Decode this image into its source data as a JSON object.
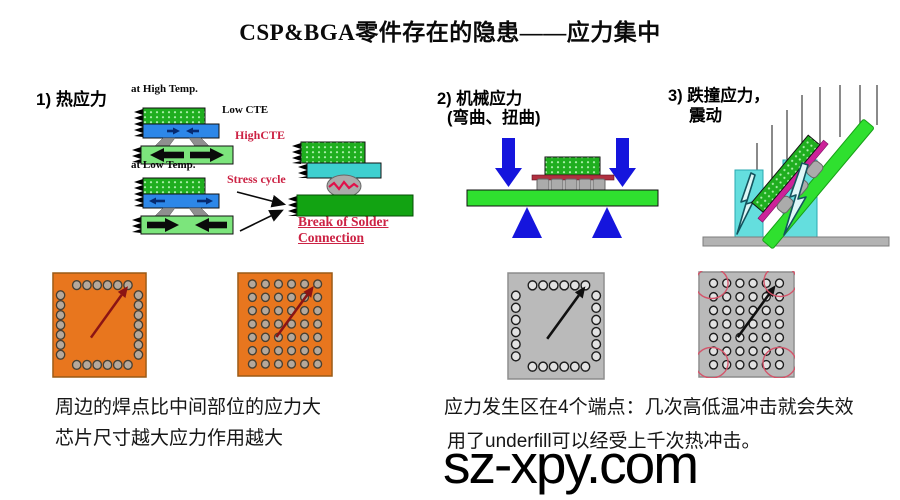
{
  "title": "CSP&BGA零件存在的隐患——应力集中",
  "watermark": "sz-xpy.com",
  "sections": {
    "thermal": {
      "label": "1) 热应力",
      "high_temp": "at High Temp.",
      "low_temp": "at Low Temp.",
      "low_cte": "Low CTE",
      "high_cte": "HighCTE",
      "stress_cycle": "Stress cycle",
      "break_line1": "Break of Solder",
      "break_line2": "Connection"
    },
    "mechanical": {
      "label_line1": "2) 机械应力",
      "label_line2": "(弯曲、扭曲)"
    },
    "impact": {
      "label_line1": "3) 跌撞应力，",
      "label_line2": "震动"
    }
  },
  "captions": {
    "left_line1": "周边的焊点比中间部位的应力大",
    "left_line2": "芯片尺寸越大应力作用越大",
    "right_line1": "应力发生区在4个端点：几次高低温冲击就会失效",
    "right_line2": "用了underfill可以经受上千次热冲击。"
  },
  "chips": [
    {
      "name": "bga-perimeter-orange",
      "variant": "orange",
      "pattern": "perimeter",
      "top_dots": 6,
      "bottom_dots": 6,
      "side_dots": 7
    },
    {
      "name": "bga-full-orange",
      "variant": "orange",
      "pattern": "full",
      "cols": 6,
      "rows": 7
    },
    {
      "name": "bga-perimeter-gray",
      "variant": "gray",
      "pattern": "perimeter",
      "top_dots": 6,
      "bottom_dots": 6,
      "side_dots": 6
    },
    {
      "name": "bga-full-gray",
      "variant": "gray",
      "pattern": "full",
      "cols": 6,
      "rows": 7,
      "highlight_corners": true
    }
  ],
  "colors": {
    "chip_orange": "#e8761e",
    "chip_gray": "#bababa",
    "die_green": "#1fae1f",
    "die_dot": "#a9efa9",
    "substrate_blue": "#2d87e8",
    "pcb_light_green": "#7ce57c",
    "pcb_bright_green": "#2fe02f",
    "pcb_dark_green": "#12a312",
    "cyan_layer": "#3ecfcf",
    "shock_cyan": "#64dede",
    "solder_gray": "#ababab",
    "leg_gray": "#8f8f8f",
    "substrate_red": "#b03040",
    "substrate_magenta": "#cc2299",
    "blue_arrow": "#1515dd",
    "red_label": "#cc2244",
    "crack_red": "#e0104a",
    "highlight_red": "#d4546a",
    "arrow_dark_red": "#8b1414",
    "floor_gray": "#b3b3b3"
  }
}
